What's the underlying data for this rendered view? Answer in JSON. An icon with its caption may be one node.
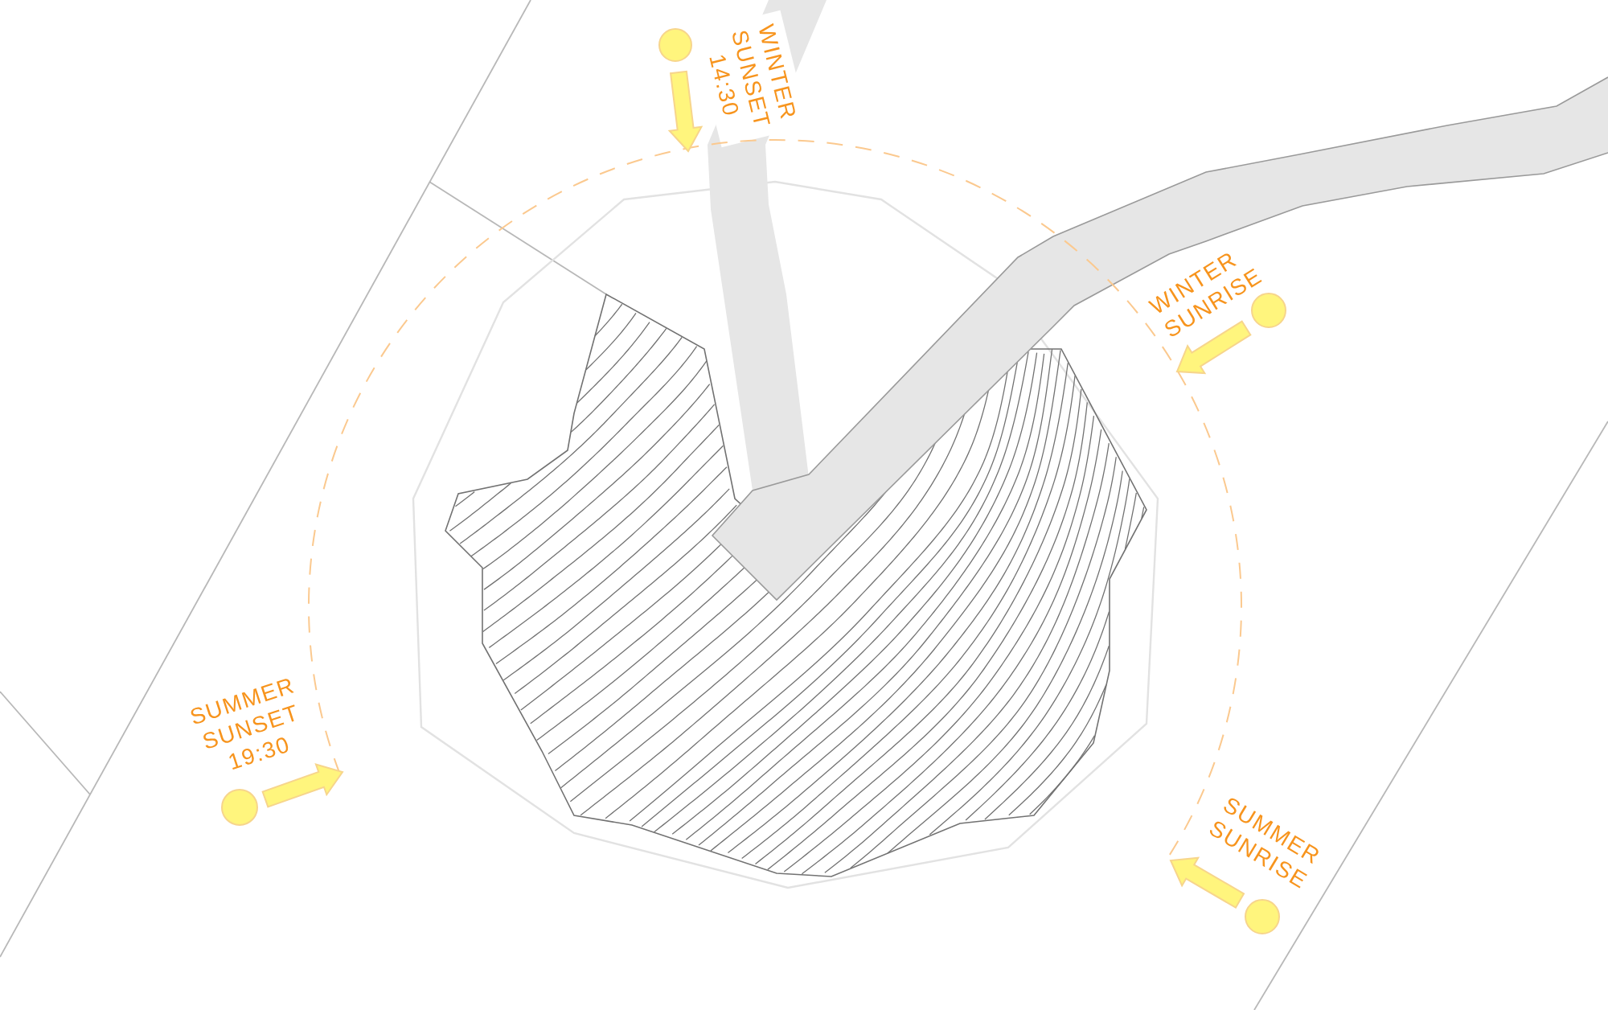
{
  "diagram": {
    "labels": [
      "WINTER SUNSET 14:30",
      "WINTER SUNRISE",
      "SUMMER SUNSET 19:30",
      "SUMMER SUNRISE"
    ]
  }
}
